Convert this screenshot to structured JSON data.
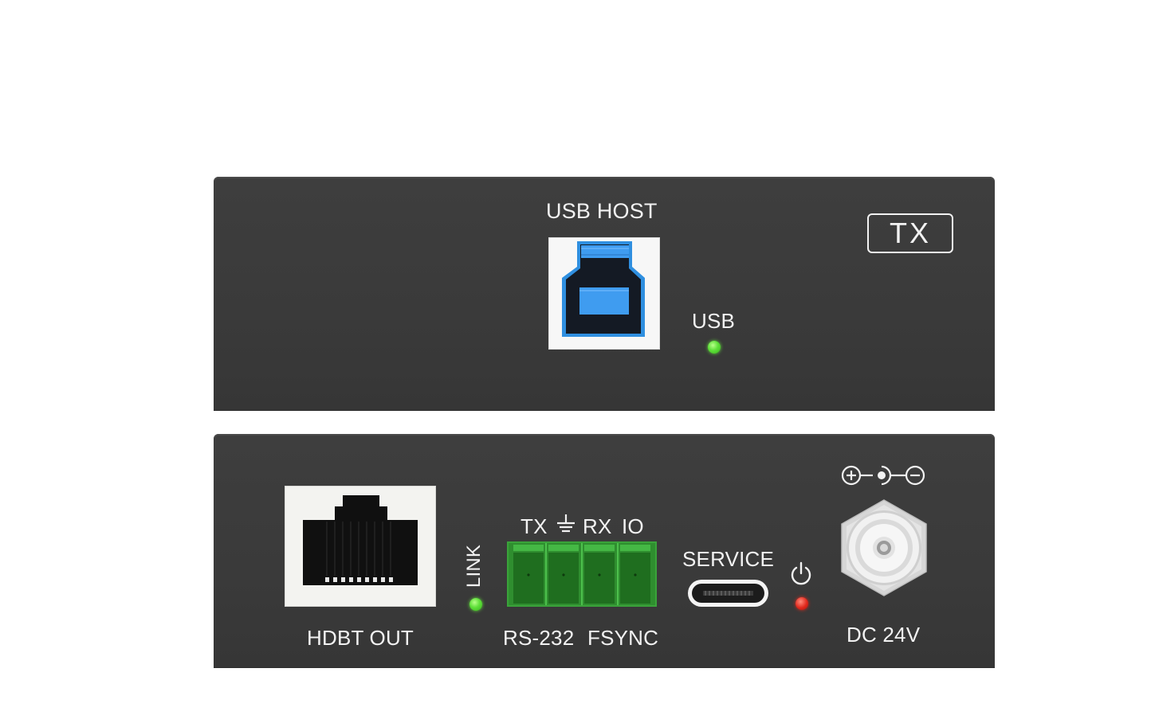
{
  "top_panel": {
    "usb_host_label": "USB HOST",
    "usb_led_label": "USB",
    "usb_led_color": "#5fe03a",
    "badge": "TX",
    "port_accent": "#2f8fe0"
  },
  "bottom_panel": {
    "hdbt_label": "HDBT OUT",
    "link_label": "LINK",
    "link_led_color": "#5fe03a",
    "terminal_top": {
      "tx": "TX",
      "rx": "RX",
      "io": "IO"
    },
    "rs232_label": "RS-232",
    "fsync_label": "FSYNC",
    "terminal_color": "#3aa33a",
    "service_label": "SERVICE",
    "power_led_color": "#e0281c",
    "dc_label": "DC 24V",
    "icons": [
      "ground-icon",
      "power-icon",
      "polarity-icon"
    ]
  }
}
